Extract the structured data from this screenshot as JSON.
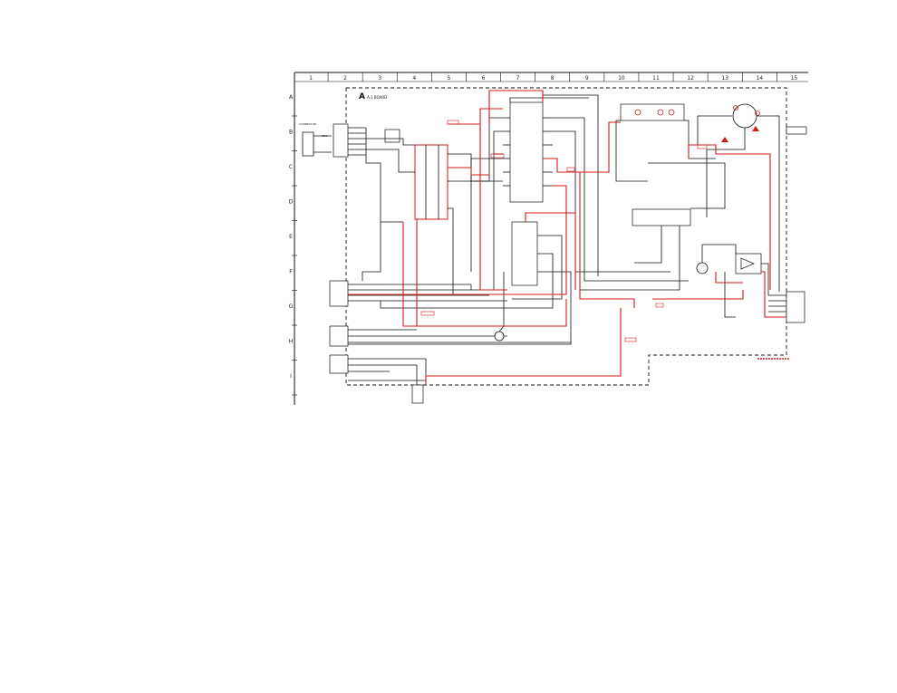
{
  "grid": {
    "columns": [
      "1",
      "2",
      "3",
      "4",
      "5",
      "6",
      "7",
      "8",
      "9",
      "10",
      "11",
      "12",
      "13",
      "14",
      "15"
    ],
    "rows": [
      "A",
      "B",
      "C",
      "D",
      "E",
      "F",
      "G",
      "H",
      "I"
    ]
  },
  "board": {
    "marker_letter": "A",
    "marker_text": "A-1 BOARD",
    "connector_cn": "CN1",
    "connector_sub": "CONNECTOR"
  },
  "colors": {
    "wire": "#111111",
    "signal_red": "#d21a1a",
    "frame": "#111111"
  }
}
